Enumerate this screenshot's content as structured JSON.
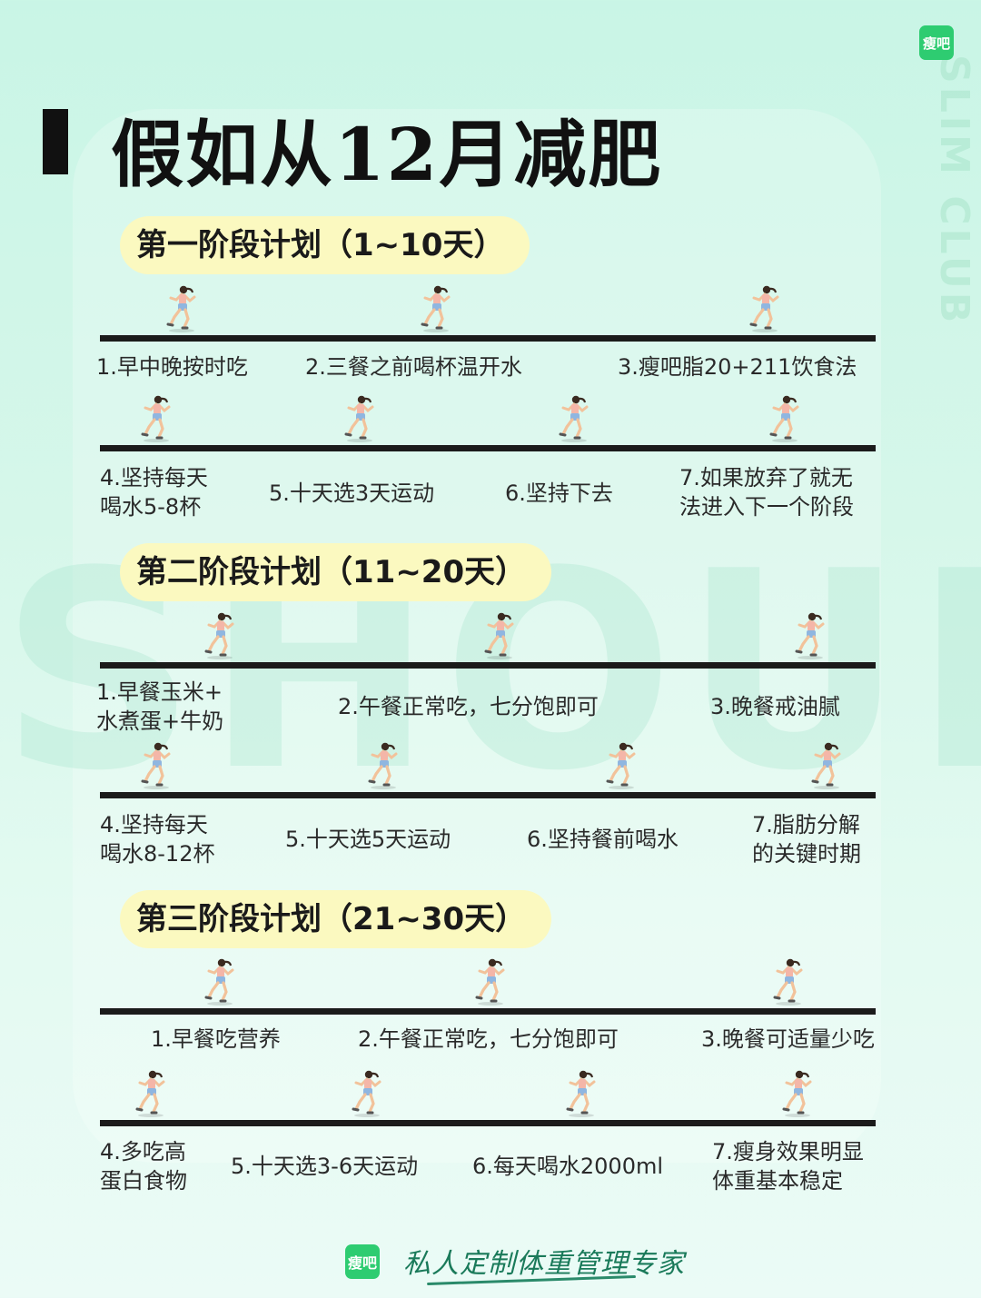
{
  "brand": {
    "logo_text": "瘦吧",
    "side_watermark": "SLIM CLUB",
    "big_watermark": "SHOUBA",
    "accent": "#2ecc71"
  },
  "title": "假如从12月减肥",
  "phases": [
    {
      "label": "第一阶段计划（1~10天）",
      "rows": [
        [
          "1.早中晚按时吃",
          "2.三餐之前喝杯温开水",
          "3.瘦吧脂20+211饮食法"
        ],
        [
          "4.坚持每天\n喝水5-8杯",
          "5.十天选3天运动",
          "6.坚持下去",
          "7.如果放弃了就无\n法进入下一个阶段"
        ]
      ]
    },
    {
      "label": "第二阶段计划（11~20天）",
      "rows": [
        [
          "1.早餐玉米+\n水煮蛋+牛奶",
          "2.午餐正常吃，七分饱即可",
          "3.晚餐戒油腻"
        ],
        [
          "4.坚持每天\n喝水8-12杯",
          "5.十天选5天运动",
          "6.坚持餐前喝水",
          "7.脂肪分解\n的关键时期"
        ]
      ]
    },
    {
      "label": "第三阶段计划（21~30天）",
      "rows": [
        [
          "1.早餐吃营养",
          "2.午餐正常吃，七分饱即可",
          "3.晚餐可适量少吃"
        ],
        [
          "4.多吃高\n蛋白食物",
          "5.十天选3-6天运动",
          "6.每天喝水2000ml",
          "7.瘦身效果明显\n体重基本稳定"
        ]
      ]
    }
  ],
  "footer": {
    "logo_text": "瘦吧",
    "slogan": "私人定制体重管理专家"
  },
  "icons": {
    "runner": "runner-icon"
  }
}
